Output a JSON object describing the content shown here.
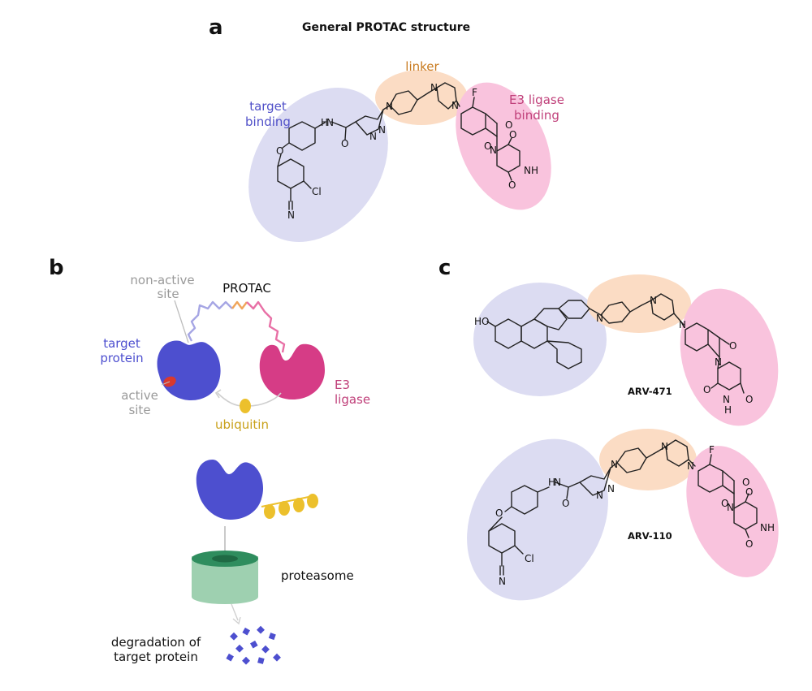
{
  "panel_a": {
    "letter": "a",
    "title": "General PROTAC structure",
    "labels": {
      "linker": "linker",
      "target_line1": "target",
      "target_line2": "binding",
      "e3_line1": "E3 ligase",
      "e3_line2": "binding"
    }
  },
  "panel_b": {
    "letter": "b",
    "labels": {
      "nonactive_line1": "non-active",
      "nonactive_line2": "site",
      "protac": "PROTAC",
      "target_line1": "target",
      "target_line2": "protein",
      "active_line1": "active",
      "active_line2": "site",
      "ubiquitin": "ubiquitin",
      "e3_line1": "E3",
      "e3_line2": "ligase",
      "proteasome": "proteasome",
      "degradation_line1": "degradation of",
      "degradation_line2": "target protein"
    }
  },
  "panel_c": {
    "letter": "c",
    "molecule1": "ARV-471",
    "molecule2": "ARV-110"
  },
  "atoms": {
    "N": "N",
    "O": "O",
    "F": "F",
    "Cl": "Cl",
    "H": "H",
    "NH": "NH",
    "HO": "HO"
  },
  "colors": {
    "target_region": "#dcdcf2",
    "linker_region": "#fbdcc4",
    "e3_region": "#f9c3dd",
    "target_text": "#5050c8",
    "linker_text": "#c87a1e",
    "e3_text": "#c0407a",
    "gray_text": "#9a9a9a",
    "target_protein": "#4d4fcf",
    "e3_ligase": "#d63c86",
    "active_site": "#d9392e",
    "ubiquitin": "#ecc02c",
    "proteasome": "#9ed0b0"
  }
}
